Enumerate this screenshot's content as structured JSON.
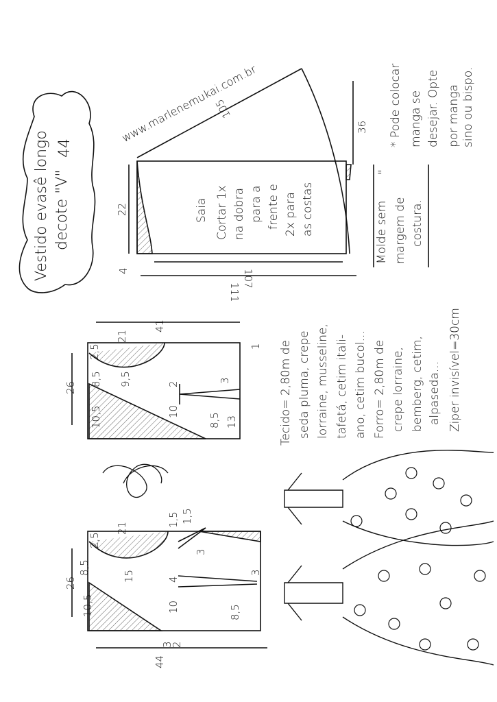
{
  "title": {
    "line1": "Vestido evasê longo",
    "line2": "decote \"V\"",
    "size": "44"
  },
  "website": "www.marlenemukai.com.br",
  "skirt": {
    "label": "Saia",
    "instructions": [
      "Cortar 1x",
      "na dobra",
      "para a",
      "frente e",
      "2x para",
      "as costas"
    ],
    "dims": {
      "diagonal": "105",
      "right": "36",
      "left": "22",
      "inner": "107",
      "outer": "111",
      "corner": "4"
    }
  },
  "note_box": {
    "lines": [
      "Molde sem",
      "margem de",
      "costura."
    ],
    "marks": "\""
  },
  "sleeve_note": {
    "lines": [
      "* Pode colocar",
      "manga se",
      "desejar. Opte",
      "por manga",
      "sino ou bispo."
    ]
  },
  "materials": {
    "lines": [
      "Tecido= 2,80m de",
      "seda pluma, crepe",
      "lorraine, musseline,",
      "tafetá, cetim itali-",
      "ano, cetim bucol...",
      "Forro= 2,80m de",
      "crepe lorraine,",
      "bemberg, cetim,",
      "alpaseda...",
      "Ziper invisível=30cm"
    ]
  },
  "back_bodice": {
    "dims": [
      "41",
      "21",
      "2,5",
      "26",
      "8,5",
      "10,5",
      "9,5",
      "2",
      "10",
      "3",
      "13",
      "8,5",
      "1"
    ]
  },
  "front_bodice": {
    "dims": [
      "44",
      "21",
      "2,5",
      "26",
      "8,5",
      "10,5",
      "15",
      "1,5",
      "1,5",
      "3",
      "4",
      "10",
      "3",
      "2",
      "8,5",
      "3"
    ]
  },
  "signature": "Marlene Mukai"
}
